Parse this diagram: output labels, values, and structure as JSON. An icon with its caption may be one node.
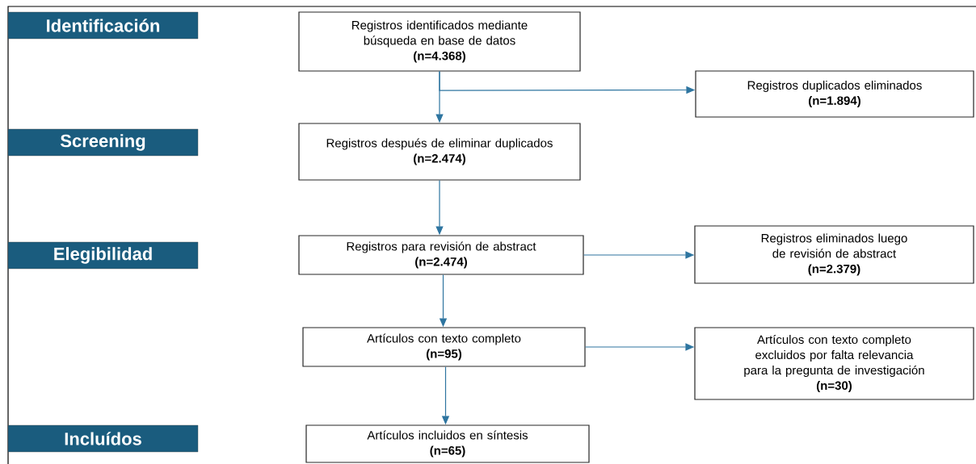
{
  "diagram": {
    "nodes": [
      {
        "text": [
          "Identificación"
        ]
      },
      {
        "text": [
          "Registros identificados mediante búsqueda en base de datos",
          "(n=4.368)"
        ]
      },
      {
        "text": [
          "Registros duplicados eliminados",
          "(n=1.894)"
        ]
      },
      {
        "text": [
          "Screening"
        ]
      },
      {
        "text": [
          "Registros después de eliminar duplicados",
          "(n=2.474)"
        ]
      },
      {
        "text": [
          "Elegibilidad"
        ]
      },
      {
        "text": [
          "Registros para revisión de abstract",
          "(n=2.474)"
        ]
      },
      {
        "text": [
          "Registros eliminados luego de revisión de abstract",
          "(n=2.379)"
        ]
      },
      {
        "text": [
          "Artículos con texto completo",
          "(n=95)"
        ]
      },
      {
        "text": [
          "Artículos con texto completo excluidos por falta relevancia para la pregunta de investigación",
          "(n=30)"
        ]
      },
      {
        "text": [
          "Incluídos"
        ]
      },
      {
        "text": [
          "Artículos incluidos en síntesis",
          "(n=65)"
        ]
      }
    ],
    "edges": [
      {
        "from": 1,
        "to": 2,
        "arrow": "to"
      },
      {
        "from": 1,
        "to": 4,
        "arrow": "to"
      },
      {
        "from": 4,
        "to": 6,
        "arrow": "to"
      },
      {
        "from": 6,
        "to": 7,
        "arrow": "to"
      },
      {
        "from": 6,
        "to": 8,
        "arrow": "to"
      },
      {
        "from": 8,
        "to": 9,
        "arrow": "to"
      },
      {
        "from": 8,
        "to": 11,
        "arrow": "to"
      }
    ]
  }
}
